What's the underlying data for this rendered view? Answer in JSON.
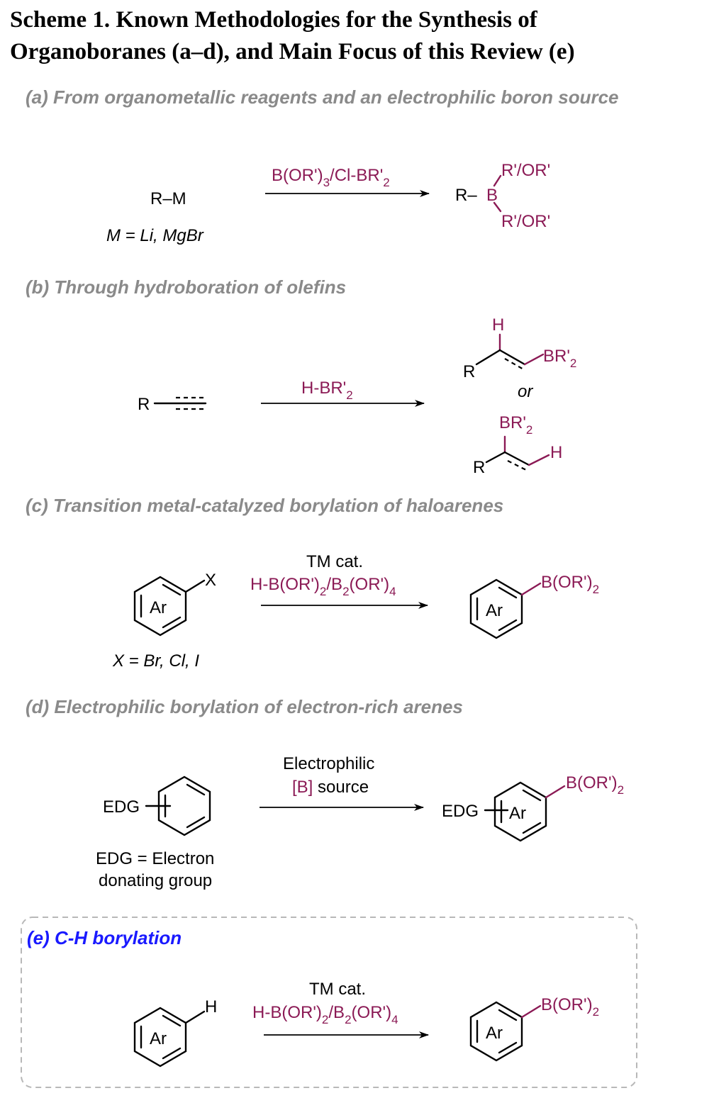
{
  "title": {
    "line1": "Scheme 1. Known Methodologies for the Synthesis of",
    "line2": "Organoboranes (a–d), and Main Focus of this Review (e)"
  },
  "colors": {
    "heading_gray": "#8a8a8a",
    "reagent_magenta": "#8b1a55",
    "focus_blue": "#1a1aff"
  },
  "sections": {
    "a": {
      "heading": "(a) From organometallic reagents and an electrophilic boron source",
      "reactant": "R–M",
      "reactant_note": "M = Li, MgBr",
      "reagent": {
        "part1": "B(OR')",
        "sub1": "3",
        "part2": "/Cl-BR'",
        "sub2": "2"
      },
      "product_r": "R–",
      "product_b": "B",
      "product_sub_top": "R'/OR'",
      "product_sub_bottom": "R'/OR'"
    },
    "b": {
      "heading": "(b) Through hydroboration of olefins",
      "reactant_r": "R",
      "reagent": {
        "part1": "H-BR'",
        "sub1": "2"
      },
      "product1_h": "H",
      "product1_r": "R",
      "product1_boron": {
        "part1": "BR'",
        "sub1": "2"
      },
      "or": "or",
      "product2_boron": {
        "part1": "BR'",
        "sub1": "2"
      },
      "product2_h": "H",
      "product2_r": "R"
    },
    "c": {
      "heading": "(c) Transition metal-catalyzed borylation of haloarenes",
      "reactant_ring": "Ar",
      "reactant_sub": "X",
      "reactant_note": "X =  Br, Cl, I",
      "reagent_top": "TM cat.",
      "reagent": {
        "part1": "H-B(OR')",
        "sub1": "2",
        "part2": "/B",
        "sub2": "2",
        "part3": "(OR')",
        "sub3": "4"
      },
      "product_ring": "Ar",
      "product_sub": {
        "part1": "B(OR')",
        "sub1": "2"
      }
    },
    "d": {
      "heading": "(d) Electrophilic borylation of electron-rich arenes",
      "reactant_edg": "EDG",
      "reactant_note_line1": "EDG = Electron",
      "reactant_note_line2": "donating group",
      "reagent_top": "Electrophilic",
      "reagent_bottom_bracket": "[B]",
      "reagent_bottom_rest": " source",
      "product_edg": "EDG",
      "product_ring": "Ar",
      "product_sub": {
        "part1": "B(OR')",
        "sub1": "2"
      }
    },
    "e": {
      "heading": "(e) C-H borylation",
      "reactant_ring": "Ar",
      "reactant_sub": "H",
      "reagent_top": "TM cat.",
      "reagent": {
        "part1": "H-B(OR')",
        "sub1": "2",
        "part2": "/B",
        "sub2": "2",
        "part3": "(OR')",
        "sub3": "4"
      },
      "product_ring": "Ar",
      "product_sub": {
        "part1": "B(OR')",
        "sub1": "2"
      }
    }
  }
}
